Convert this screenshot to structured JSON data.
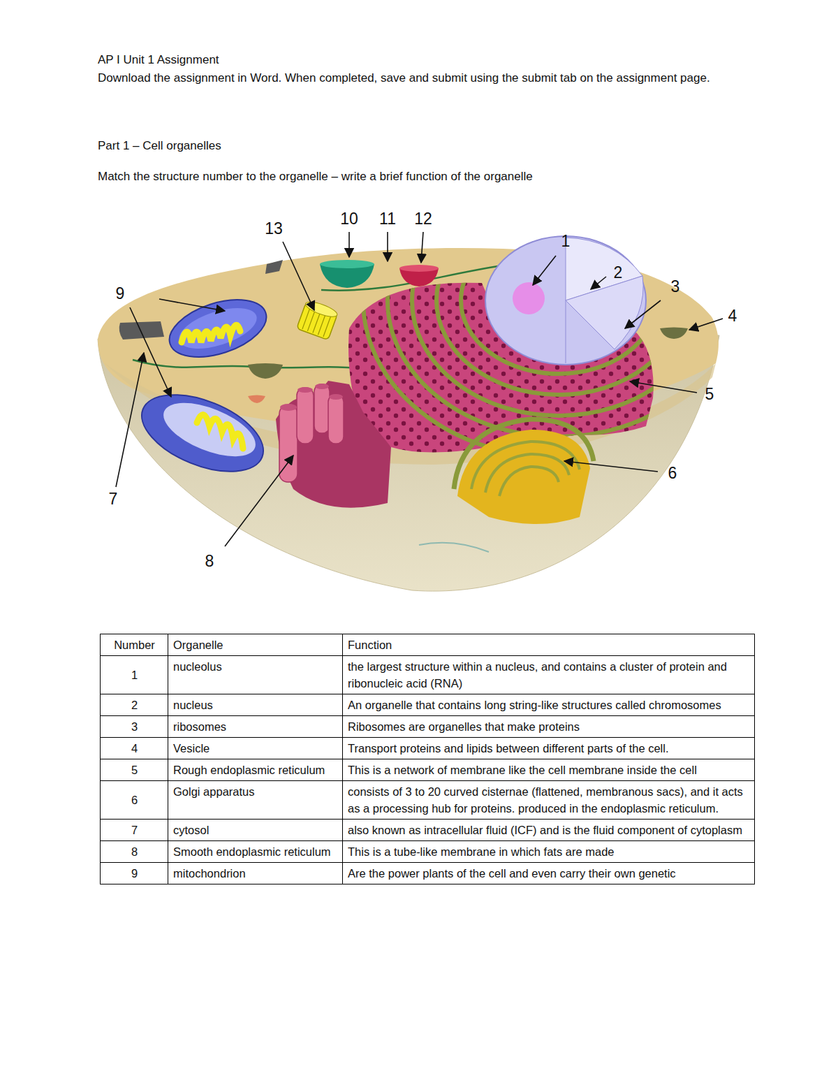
{
  "diagram": {
    "title": "AP I Unit 1 Assignment",
    "labels": [
      "Download the assignment in Word. When completed, save and submit using the submit tab on the assignment page.",
      "Part 1 – Cell organelles",
      "Match the structure number to the organelle – write a brief function of the organelle",
      "13",
      "10",
      "11",
      "12",
      "1",
      "2",
      "3",
      "4",
      "9",
      "5",
      "6",
      "7",
      "8",
      "Number",
      "Organelle",
      "Function",
      "1",
      "nucleolus",
      "the largest structure within a nucleus, and contains a cluster of protein and ribonucleic acid (RNA)",
      "2",
      "nucleus",
      "An organelle that contains long string-like structures called chromosomes",
      "3",
      "ribosomes",
      "Ribosomes are organelles that make proteins",
      "4",
      "Vesicle",
      "Transport proteins and lipids between different parts of the cell.",
      "5",
      "Rough endoplasmic reticulum",
      "This is a network of membrane like the cell membrane inside the cell",
      "6",
      "Golgi apparatus",
      "consists of 3 to 20 curved cisternae (flattened, membranous sacs), and it acts as a processing hub for proteins. produced in the endoplasmic reticulum.",
      "7",
      "cytosol",
      "also known as intracellular fluid (ICF) and is the fluid component of cytoplasm",
      "8",
      "Smooth endoplasmic reticulum",
      "This is a tube-like membrane in which fats are made",
      "9",
      "mitochondrion",
      "Are the power plants of the cell and even carry their own genetic"
    ]
  }
}
